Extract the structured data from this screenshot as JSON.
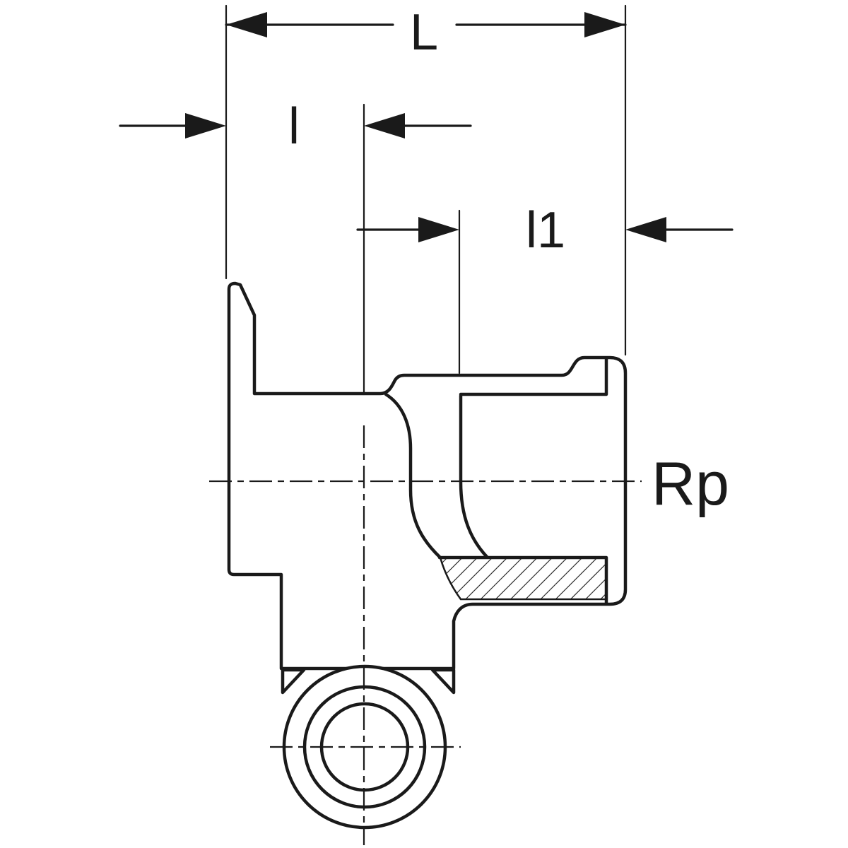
{
  "drawing": {
    "dimensions": {
      "overall_length": "L",
      "flange_depth": "l",
      "socket_depth": "l1"
    },
    "thread_label": "Rp",
    "colors": {
      "line": "#1a1a1a",
      "background": "#ffffff"
    }
  }
}
